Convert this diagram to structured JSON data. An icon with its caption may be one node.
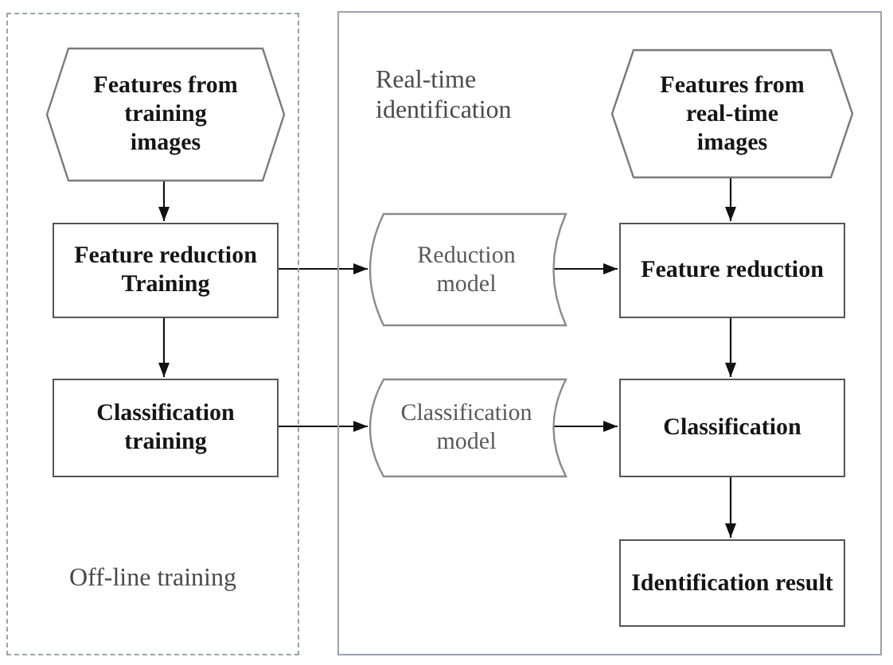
{
  "diagram": {
    "nodes": [
      {
        "text": [
          "Off-line training"
        ]
      },
      {
        "text": [
          "Features from training images"
        ],
        "in": 0
      },
      {
        "text": [
          "Feature reduction Training"
        ],
        "in": 0
      },
      {
        "text": [
          "Classification training"
        ],
        "in": 0
      },
      {
        "text": [
          "Real-time identification"
        ]
      },
      {
        "text": [
          "Features from real-time images"
        ],
        "in": 4
      },
      {
        "text": [
          "Reduction model"
        ],
        "in": 4
      },
      {
        "text": [
          "Feature reduction"
        ],
        "in": 4
      },
      {
        "text": [
          "Classification model"
        ],
        "in": 4
      },
      {
        "text": [
          "Classification"
        ],
        "in": 4
      },
      {
        "text": [
          "Identification result"
        ],
        "in": 4
      }
    ],
    "edges": [
      {
        "from": 1,
        "to": 2,
        "arrow": "to"
      },
      {
        "from": 2,
        "to": 6,
        "arrow": "to"
      },
      {
        "from": 2,
        "to": 3,
        "arrow": "to"
      },
      {
        "from": 3,
        "to": 8,
        "arrow": "to"
      },
      {
        "from": 5,
        "to": 7,
        "arrow": "to"
      },
      {
        "from": 6,
        "to": 7,
        "arrow": "to"
      },
      {
        "from": 7,
        "to": 9,
        "arrow": "to"
      },
      {
        "from": 8,
        "to": 9,
        "arrow": "to"
      },
      {
        "from": 9,
        "to": 10,
        "arrow": "to"
      }
    ]
  }
}
